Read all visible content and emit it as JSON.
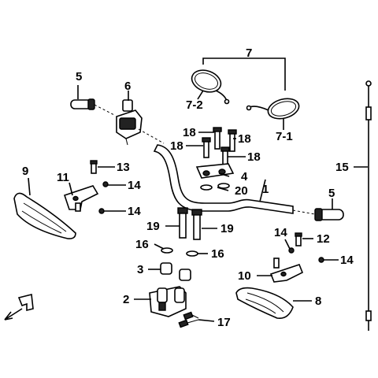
{
  "callouts": [
    {
      "id": "c1",
      "text": "1"
    },
    {
      "id": "c2",
      "text": "2"
    },
    {
      "id": "c3",
      "text": "3"
    },
    {
      "id": "c4",
      "text": "4"
    },
    {
      "id": "c5a",
      "text": "5"
    },
    {
      "id": "c5b",
      "text": "5"
    },
    {
      "id": "c6",
      "text": "6"
    },
    {
      "id": "c7",
      "text": "7"
    },
    {
      "id": "c7_1",
      "text": "7-1"
    },
    {
      "id": "c7_2",
      "text": "7-2"
    },
    {
      "id": "c8",
      "text": "8"
    },
    {
      "id": "c9",
      "text": "9"
    },
    {
      "id": "c10",
      "text": "10"
    },
    {
      "id": "c11",
      "text": "11"
    },
    {
      "id": "c12",
      "text": "12"
    },
    {
      "id": "c13",
      "text": "13"
    },
    {
      "id": "c14a",
      "text": "14"
    },
    {
      "id": "c14b",
      "text": "14"
    },
    {
      "id": "c14c",
      "text": "14"
    },
    {
      "id": "c14d",
      "text": "14"
    },
    {
      "id": "c15",
      "text": "15"
    },
    {
      "id": "c16a",
      "text": "16"
    },
    {
      "id": "c16b",
      "text": "16"
    },
    {
      "id": "c17",
      "text": "17"
    },
    {
      "id": "c18a",
      "text": "18"
    },
    {
      "id": "c18b",
      "text": "18"
    },
    {
      "id": "c18c",
      "text": "18"
    },
    {
      "id": "c18d",
      "text": "18"
    },
    {
      "id": "c19a",
      "text": "19"
    },
    {
      "id": "c19b",
      "text": "19"
    },
    {
      "id": "c20",
      "text": "20"
    }
  ]
}
